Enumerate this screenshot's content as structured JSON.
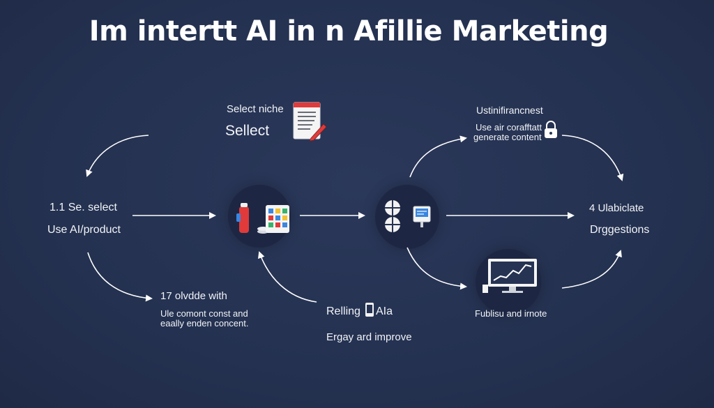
{
  "title": "Im intertt AI in n Afillie Marketing",
  "nodes": {
    "select_niche": {
      "caption": "Select niche",
      "label": "Sellect",
      "icon": "document-pen-icon"
    },
    "start": {
      "line1": "1.1 Se. select",
      "line2": "Use AI/product"
    },
    "content_gen": {
      "title": "Ustinifirancnest",
      "line1": "Use air corafftatt",
      "line2": "generate content",
      "icon": "lock-icon"
    },
    "step4": {
      "line1": "4 Ulabiclate",
      "line2": "Drggestions"
    },
    "step17": {
      "title": "17 olvdde with",
      "line1": "Ule comont const and",
      "line2": "eaally enden concent."
    },
    "refine": {
      "title_a": "Relling",
      "title_b": "AIa",
      "subtitle": "Ergay ard improve",
      "icon": "phone-icon"
    },
    "publish": {
      "label": "Fublisu and irnote",
      "icon": "monitor-chart-icon"
    },
    "hub_tools": {
      "icon": "tools-dashboard-icon"
    },
    "hub_ai": {
      "icon": "puzzle-analytics-icon"
    }
  },
  "colors": {
    "background": "#263353",
    "circle": "#1d2744",
    "arrow": "#ffffff",
    "accent_red": "#e03a3a",
    "accent_blue": "#3a86e0",
    "accent_yellow": "#f2c230",
    "accent_green": "#37b36b"
  }
}
